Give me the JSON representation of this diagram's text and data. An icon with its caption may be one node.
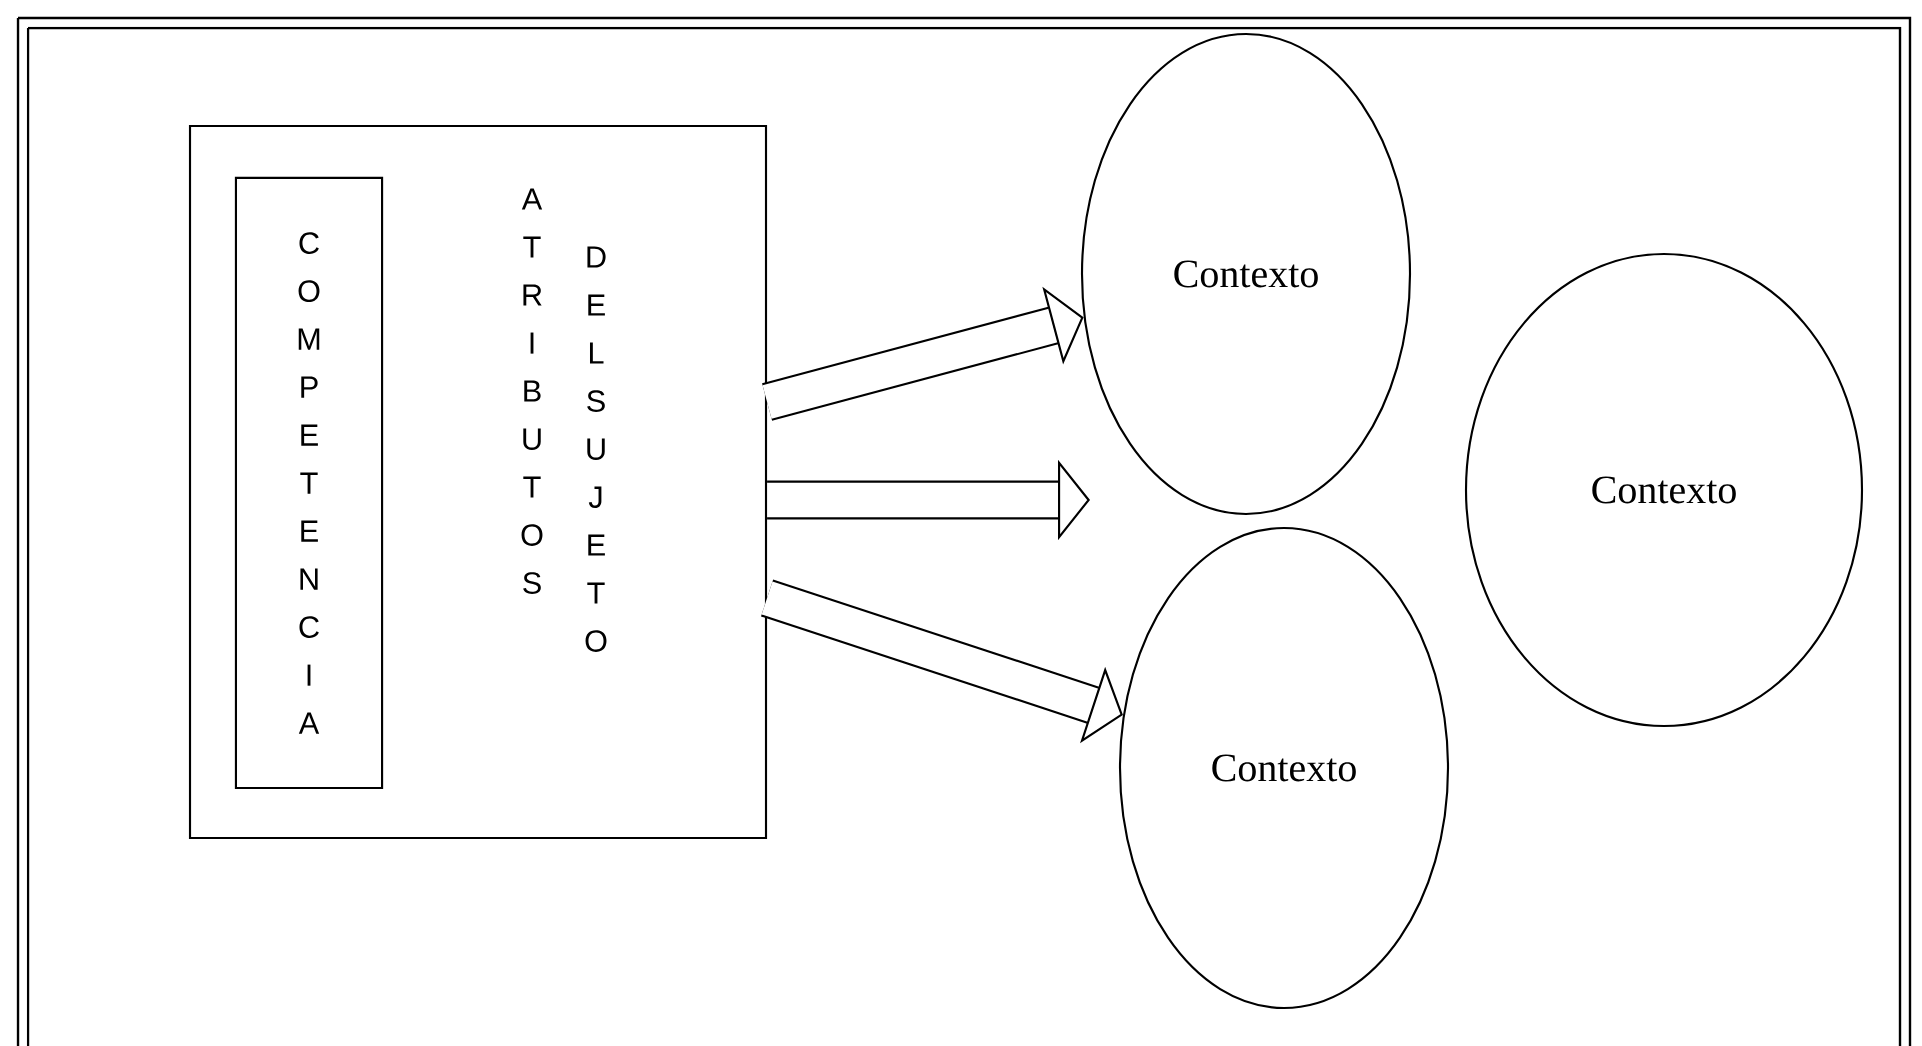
{
  "diagram": {
    "nodes": [
      {
        "text": [
          "ATRIBUTOS",
          "DEL SUJETO"
        ]
      },
      {
        "text": [
          "COMPETENCIA"
        ],
        "in": 0
      },
      {
        "text": [
          "Contexto"
        ]
      },
      {
        "text": [
          "Contexto"
        ]
      },
      {
        "text": [
          "Contexto"
        ]
      }
    ],
    "edges": [
      {
        "from": 0,
        "to": 2,
        "arrow": "to"
      },
      {
        "from": 0,
        "to": null,
        "arrow": "to"
      },
      {
        "from": 0,
        "to": 4,
        "arrow": "to"
      }
    ]
  }
}
